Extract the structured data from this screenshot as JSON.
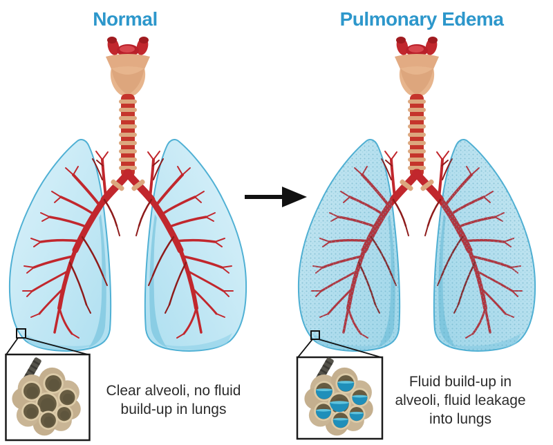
{
  "figures": {
    "normal": {
      "title": "Normal",
      "caption": "Clear alveoli, no fluid\nbuild-up in lungs"
    },
    "edema": {
      "title": "Pulmonary Edema",
      "caption": "Fluid build-up in\nalveoli, fluid leakage\ninto lungs"
    }
  },
  "artwork": {
    "arrow_icon": "right-arrow",
    "normal_figure_icon": "healthy-lungs-illustration",
    "edema_figure_icon": "fluid-filled-lungs-illustration",
    "normal_inset_icon": "clear-alveoli-cluster",
    "edema_inset_icon": "fluid-filled-alveoli-cluster"
  },
  "colors": {
    "title_blue": "#2D97CB",
    "lung_blue_light": "#DCF2FA",
    "lung_blue": "#AEDFF0",
    "lung_outline": "#4FB0D4",
    "bronchial_red": "#C1272D",
    "trachea_ring_tan": "#DCA77E",
    "larynx_tan": "#E7B58D",
    "alveoli_tan": "#C9B595",
    "alveoli_opening_brown": "#675C42",
    "edema_fluid_blue": "#1F8FBA",
    "arrow_black": "#111111",
    "caption_text": "#2B2B2B"
  }
}
